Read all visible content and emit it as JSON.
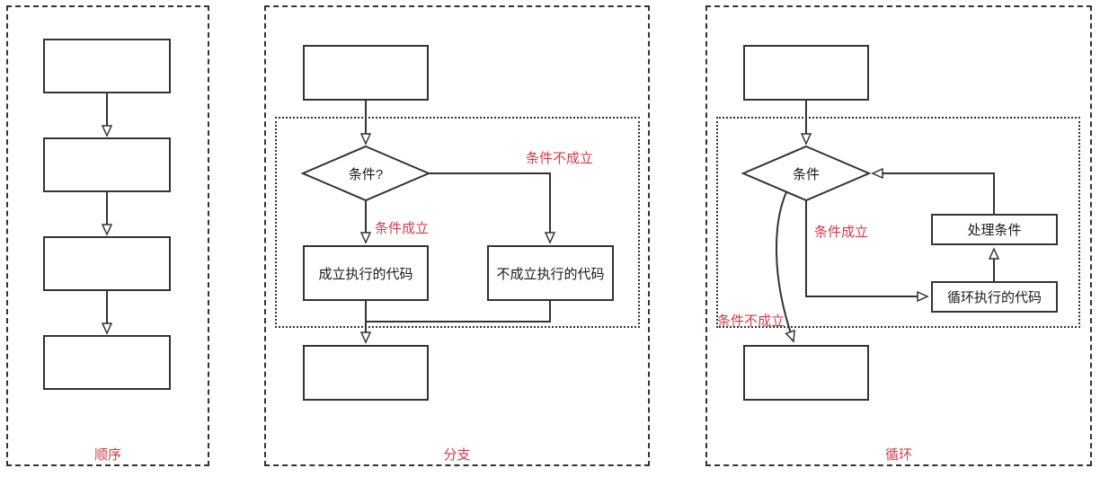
{
  "colors": {
    "line": "#333333",
    "label_red": "#d5394a",
    "box_fill": "#ffffff",
    "text": "#1a1a1a"
  },
  "panels": {
    "sequence": {
      "caption": "顺序"
    },
    "branch": {
      "caption": "分支",
      "condition": "条件?",
      "label_true": "条件成立",
      "label_false": "条件不成立",
      "box_true": "成立执行的代码",
      "box_false": "不成立执行的代码"
    },
    "loop": {
      "caption": "循环",
      "condition": "条件",
      "label_true": "条件成立",
      "label_false": "条件不成立",
      "box_process": "处理条件",
      "box_body": "循环执行的代码"
    }
  }
}
